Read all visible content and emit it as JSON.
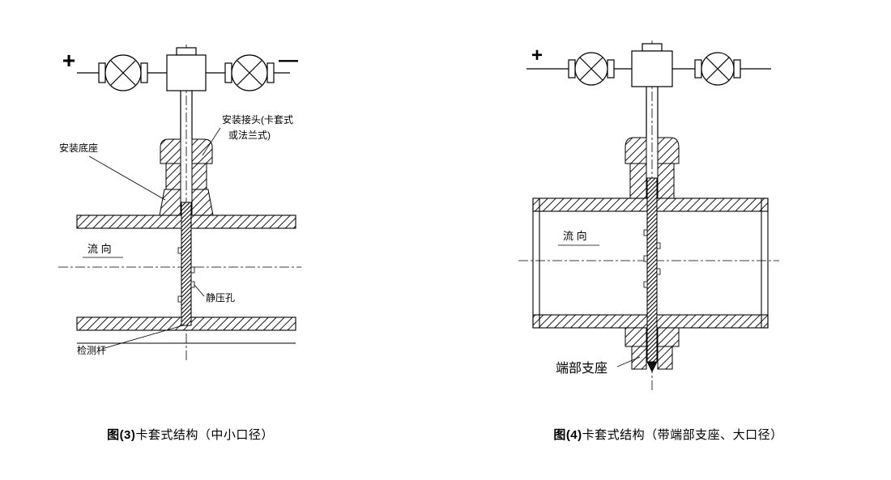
{
  "fig3": {
    "plus": "+",
    "minus": "—",
    "label_base": "安装底座",
    "label_connector1": "安装接头(卡套式",
    "label_connector2": "或法兰式)",
    "label_flow": "流 向",
    "label_static_hole": "静压孔",
    "label_rod": "检测杆",
    "caption_prefix": "图(3)",
    "caption_text": "卡套式结构（中小口径）"
  },
  "fig4": {
    "plus": "+",
    "label_flow": "流 向",
    "label_end_support": "端部支座",
    "caption_prefix": "图(4)",
    "caption_text": "卡套式结构（带端部支座、大口径）"
  },
  "colors": {
    "line": "#000000",
    "background": "#ffffff"
  }
}
